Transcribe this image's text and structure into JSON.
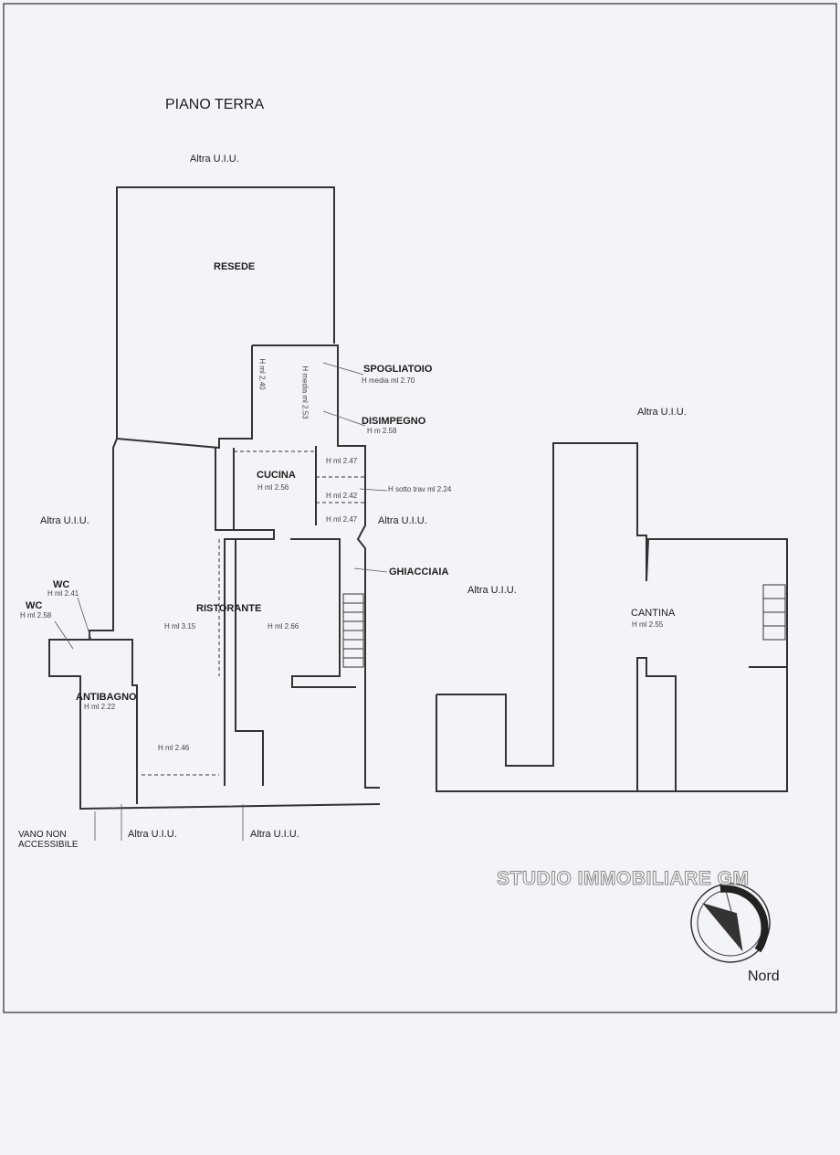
{
  "title": "PIANO TERRA",
  "labels": {
    "altra_top": "Altra U.I.U.",
    "altra_left": "Altra U.I.U.",
    "altra_mid": "Altra U.I.U.",
    "altra_center": "Altra U.I.U.",
    "altra_right": "Altra U.I.U.",
    "altra_bottom1": "Altra U.I.U.",
    "altra_bottom2": "Altra U.I.U.",
    "resede": "RESEDE",
    "spogliatoio": "SPOGLIATOIO",
    "spogliatoio_h": "H media ml 2.70",
    "disimpegno": "DISIMPEGNO",
    "disimpegno_h": "H m 2.58",
    "corridor_h": "H media ml 2.53",
    "side_h": "H ml 2.40",
    "cucina": "CUCINA",
    "cucina_h": "H ml 2.56",
    "h247a": "H ml 2.47",
    "h242": "H ml 2.42",
    "h247b": "H ml 2.47",
    "h_sotto": "H sotto trav ml 2.24",
    "ghiacciaia": "GHIACCIAIA",
    "ristorante": "RISTORANTE",
    "rist_h1": "H ml 3.15",
    "rist_h2": "H ml 2.66",
    "wc1": "WC",
    "wc1_h": "H ml 2.41",
    "wc2": "WC",
    "wc2_h": "H ml 2.58",
    "antibagno": "ANTIBAGNO",
    "antibagno_h": "H ml 2.22",
    "h246": "H ml 2.46",
    "vano1": "VANO NON",
    "vano2": "ACCESSIBILE",
    "cantina": "CANTINA",
    "cantina_h": "H ml 2.55"
  },
  "watermark": "STUDIO IMMOBILIARE GM",
  "compass": {
    "label": "Nord",
    "icon": "north-arrow-icon"
  }
}
